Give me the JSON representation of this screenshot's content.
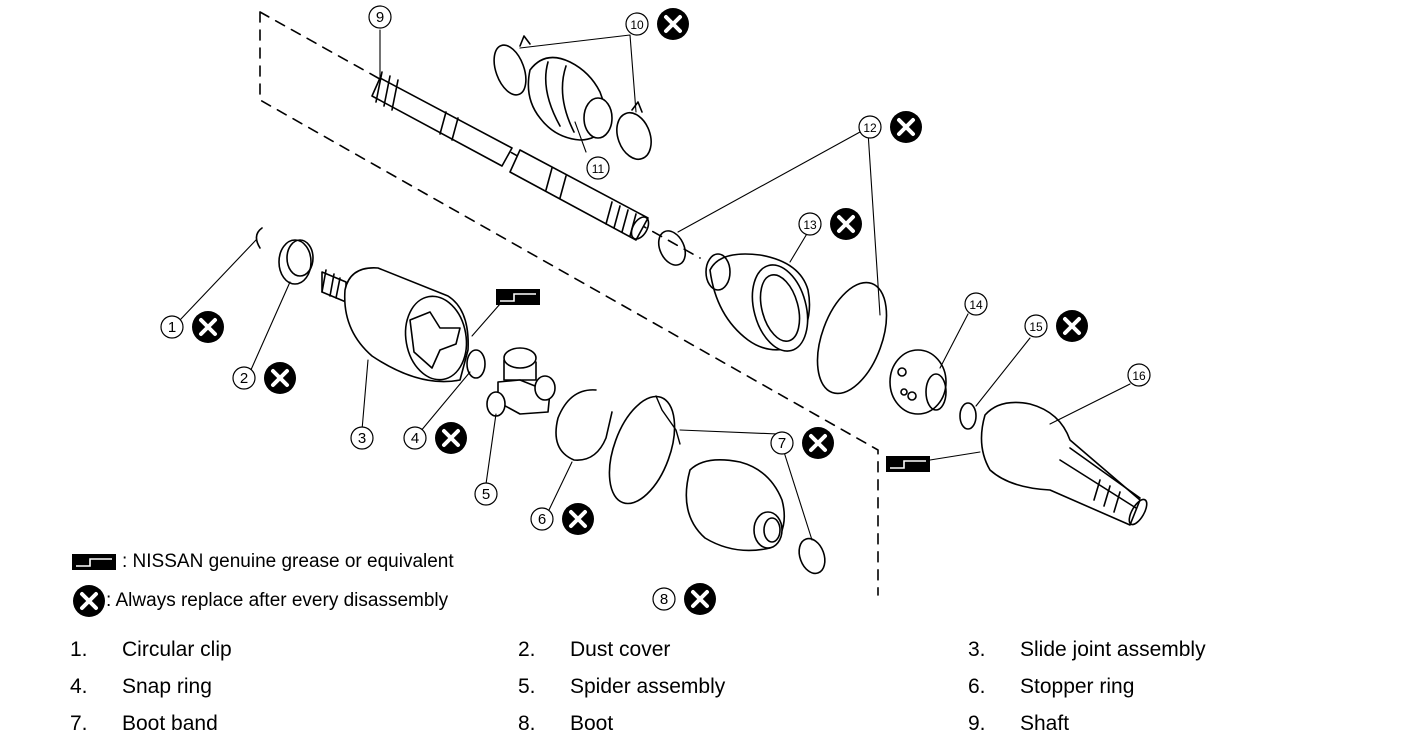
{
  "callouts": [
    {
      "num": "1",
      "replace": true
    },
    {
      "num": "2",
      "replace": true
    },
    {
      "num": "3",
      "replace": false
    },
    {
      "num": "4",
      "replace": true
    },
    {
      "num": "5",
      "replace": false
    },
    {
      "num": "6",
      "replace": true
    },
    {
      "num": "7",
      "replace": true
    },
    {
      "num": "8",
      "replace": true
    },
    {
      "num": "9",
      "replace": false
    },
    {
      "num": "10",
      "replace": true
    },
    {
      "num": "11",
      "replace": false
    },
    {
      "num": "12",
      "replace": true
    },
    {
      "num": "13",
      "replace": true
    },
    {
      "num": "14",
      "replace": false
    },
    {
      "num": "15",
      "replace": true
    },
    {
      "num": "16",
      "replace": false
    }
  ],
  "legend": {
    "grease": ": NISSAN genuine grease or equivalent",
    "replace": ": Always replace after every disassembly"
  },
  "parts": [
    {
      "num": "1.",
      "name": "Circular clip"
    },
    {
      "num": "2.",
      "name": "Dust cover"
    },
    {
      "num": "3.",
      "name": "Slide joint assembly"
    },
    {
      "num": "4.",
      "name": "Snap ring"
    },
    {
      "num": "5.",
      "name": "Spider assembly"
    },
    {
      "num": "6.",
      "name": "Stopper ring"
    },
    {
      "num": "7.",
      "name": "Boot band"
    },
    {
      "num": "8.",
      "name": "Boot"
    },
    {
      "num": "9.",
      "name": "Shaft"
    }
  ],
  "colors": {
    "ink": "#000000",
    "paper": "#ffffff"
  }
}
